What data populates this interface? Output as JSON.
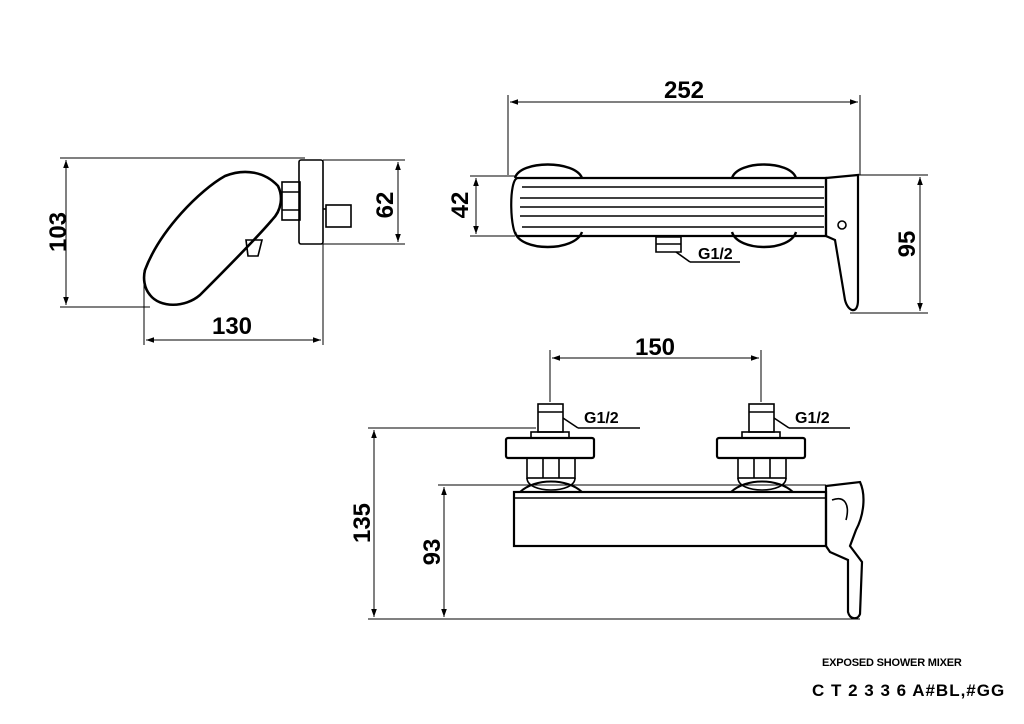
{
  "side_view": {
    "height_dim": "103",
    "depth_dim": "130",
    "plate_dim": "62"
  },
  "top_view": {
    "length_dim": "252",
    "body_dim": "42",
    "lever_dim": "95",
    "outlet_label": "G1/2"
  },
  "front_view": {
    "inlet_spacing_dim": "150",
    "inlet_left_label": "G1/2",
    "inlet_right_label": "G1/2",
    "total_height_dim": "135",
    "body_height_dim": "93"
  },
  "caption": {
    "title": "EXPOSED SHOWER MIXER",
    "model": "C T 2 3 3 6 A#BL,#GG"
  }
}
